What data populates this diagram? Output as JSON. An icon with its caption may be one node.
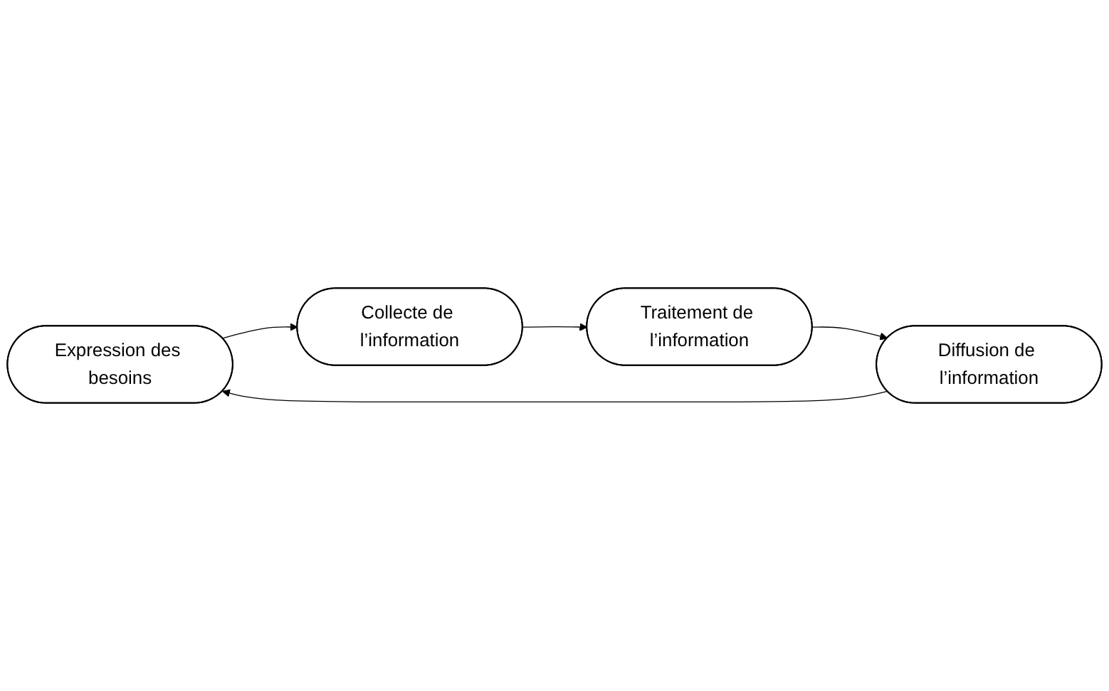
{
  "diagram": {
    "nodes": [
      {
        "text": [
          "Expression des besoins"
        ]
      },
      {
        "text": [
          "Collecte de l’information"
        ]
      },
      {
        "text": [
          "Traitement de l’information"
        ]
      },
      {
        "text": [
          "Diffusion de l’information"
        ]
      }
    ],
    "edges": [
      {
        "from": 0,
        "to": 1,
        "arrow": "to"
      },
      {
        "from": 1,
        "to": 2,
        "arrow": "to"
      },
      {
        "from": 2,
        "to": 3,
        "arrow": "to"
      },
      {
        "from": 3,
        "to": 0,
        "arrow": "to"
      }
    ]
  }
}
